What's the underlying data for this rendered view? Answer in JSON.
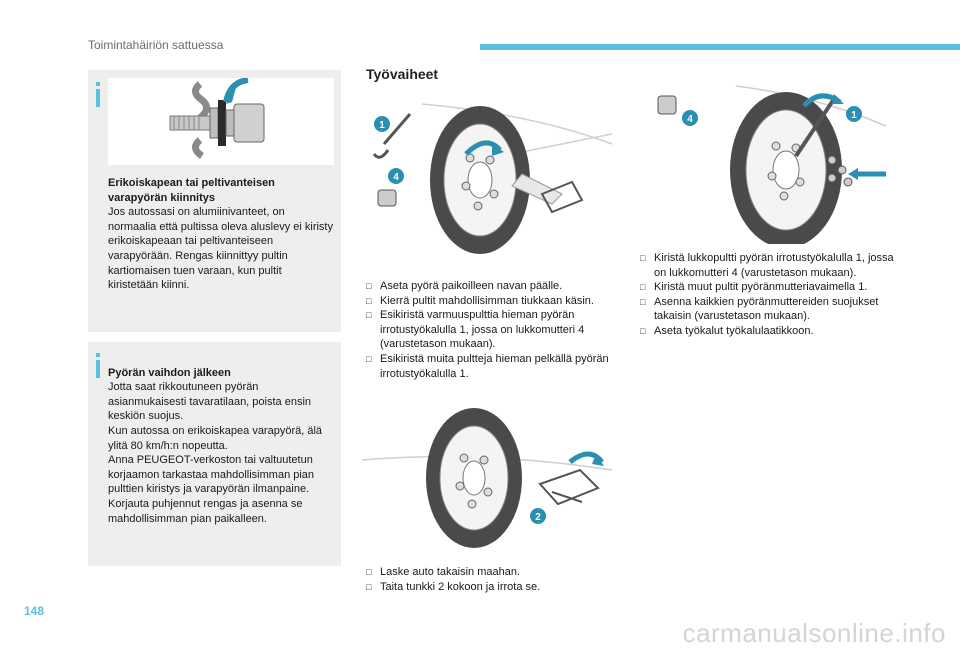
{
  "header": {
    "title": "Toimintahäiriön sattuessa"
  },
  "page_number": "148",
  "watermark": "carmanualsonline.info",
  "colors": {
    "accent": "#5bc0de",
    "box_bg": "#eeeeee"
  },
  "info_box_1": {
    "heading": "Erikoiskapean tai peltivanteisen varapyörän kiinnitys",
    "text": "Jos autossasi on alumiinivanteet, on normaalia että pultissa oleva aluslevy ei kiristy erikoiskapeaan tai peltivanteiseen varapyörään. Rengas kiinnittyy pultin kartiomaisen tuen varaan, kun pultit kiristetään kiinni."
  },
  "info_box_2": {
    "heading": "Pyörän vaihdon jälkeen",
    "text": "Jotta saat rikkoutuneen pyörän asianmukaisesti tavaratilaan, poista ensin keskiön suojus.\nKun autossa on erikoiskapea varapyörä, älä ylitä 80 km/h:n nopeutta.\nAnna PEUGEOT-verkoston tai valtuutetun korjaamon tarkastaa mahdollisimman pian pulttien kiristys ja varapyörän ilmanpaine.\nKorjauta puhjennut rengas ja asenna se mahdollisimman pian paikalleen."
  },
  "section_title": "Työvaiheet",
  "steps_1": [
    "Aseta pyörä paikoilleen navan päälle.",
    "Kierrä pultit mahdollisimman tiukkaan käsin.",
    "Esikiristä varmuuspulttia hieman pyörän irrotustyökalulla 1, jossa on lukkomutteri 4 (varustetason mukaan).",
    "Esikiristä muita pultteja hieman pelkällä pyörän irrotustyökalulla 1."
  ],
  "steps_2": [
    "Laske auto takaisin maahan.",
    "Taita tunkki 2 kokoon ja irrota se."
  ],
  "steps_3": [
    "Kiristä lukkopultti pyörän irrotustyökalulla 1, jossa on lukkomutteri 4 (varustetason mukaan).",
    "Kiristä muut pultit pyöränmutteriavaimella 1.",
    "Asenna kaikkien pyöränmuttereiden suojukset takaisin (varustetason mukaan).",
    "Aseta työkalut työkalulaatikkoon."
  ],
  "callouts": {
    "tool": "1",
    "jack": "2",
    "lock_nut": "4"
  }
}
